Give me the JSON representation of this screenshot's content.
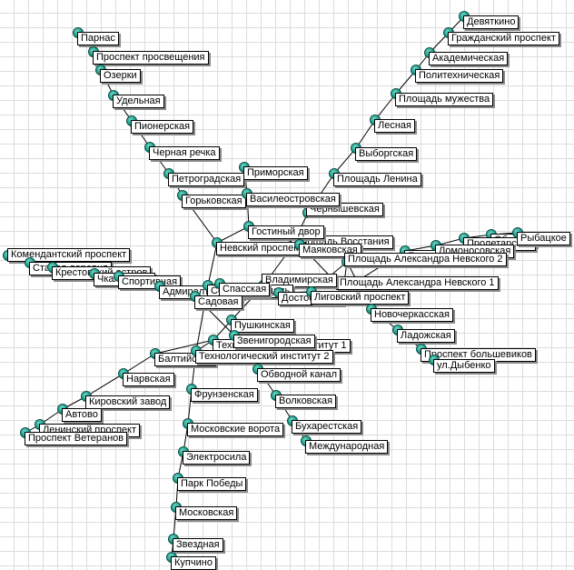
{
  "stations": [
    {
      "id": "devyatkino",
      "label": "Девяткино",
      "lines": [
        1
      ]
    },
    {
      "id": "grazhdansky",
      "label": "Гражданский проспект",
      "lines": [
        1
      ]
    },
    {
      "id": "akademicheskaya",
      "label": "Академическая",
      "lines": [
        1
      ]
    },
    {
      "id": "politekhnicheskaya",
      "label": "Политехническая",
      "lines": [
        1
      ]
    },
    {
      "id": "pl_muzhestva",
      "label": "Площадь мужества",
      "lines": [
        1
      ]
    },
    {
      "id": "lesnaya",
      "label": "Лесная",
      "lines": [
        1
      ]
    },
    {
      "id": "vyborgskaya",
      "label": "Выборгская",
      "lines": [
        1
      ]
    },
    {
      "id": "pl_lenina",
      "label": "Площадь Ленина",
      "lines": [
        1
      ]
    },
    {
      "id": "chernyshevskaya",
      "label": "Чернышевская",
      "lines": [
        1
      ]
    },
    {
      "id": "pl_vosstaniya",
      "label": "Площадь Восстания",
      "lines": [
        1
      ]
    },
    {
      "id": "vladimirskaya",
      "label": "Владимирская",
      "lines": [
        1
      ]
    },
    {
      "id": "pushkinskaya",
      "label": "Пушкинская",
      "lines": [
        1
      ]
    },
    {
      "id": "tekhnolog1",
      "label": "Технологический институт 1",
      "lines": [
        1
      ]
    },
    {
      "id": "baltiyskaya",
      "label": "Балтийская",
      "lines": [
        1
      ]
    },
    {
      "id": "narvskaya",
      "label": "Нарвская",
      "lines": [
        1
      ]
    },
    {
      "id": "kirovsky",
      "label": "Кировский завод",
      "lines": [
        1
      ]
    },
    {
      "id": "avtovo",
      "label": "Автово",
      "lines": [
        1
      ]
    },
    {
      "id": "leninsky",
      "label": "Ленинский проспект",
      "lines": [
        1
      ]
    },
    {
      "id": "veteranov",
      "label": "Проспект Ветеранов",
      "lines": [
        1
      ]
    },
    {
      "id": "parnas",
      "label": "Парнас",
      "lines": [
        2
      ]
    },
    {
      "id": "prosveshcheniya",
      "label": "Проспект просвещения",
      "lines": [
        2
      ]
    },
    {
      "id": "ozerki",
      "label": "Озерки",
      "lines": [
        2
      ]
    },
    {
      "id": "udelnaya",
      "label": "Удельная",
      "lines": [
        2
      ]
    },
    {
      "id": "pionerskaya",
      "label": "Пионерская",
      "lines": [
        2
      ]
    },
    {
      "id": "chernaya_rechka",
      "label": "Черная речка",
      "lines": [
        2
      ]
    },
    {
      "id": "petrogradskaya",
      "label": "Петроградская",
      "lines": [
        2
      ]
    },
    {
      "id": "gorkovskaya",
      "label": "Горьковская",
      "lines": [
        2
      ]
    },
    {
      "id": "nevsky",
      "label": "Невский проспект",
      "lines": [
        2
      ]
    },
    {
      "id": "sennaya",
      "label": "Сенная площадь",
      "lines": [
        2
      ]
    },
    {
      "id": "tekhnolog2",
      "label": "Технологический институт 2",
      "lines": [
        2
      ]
    },
    {
      "id": "frunzenskaya",
      "label": "Фрунзенская",
      "lines": [
        2
      ]
    },
    {
      "id": "moskovskie_vorota",
      "label": "Московские ворота",
      "lines": [
        2
      ]
    },
    {
      "id": "elektrosila",
      "label": "Электросила",
      "lines": [
        2
      ]
    },
    {
      "id": "park_pobedy",
      "label": "Парк Победы",
      "lines": [
        2
      ]
    },
    {
      "id": "moskovskaya",
      "label": "Московская",
      "lines": [
        2
      ]
    },
    {
      "id": "zvezdnaya",
      "label": "Звездная",
      "lines": [
        2
      ]
    },
    {
      "id": "kupchino",
      "label": "Купчино",
      "lines": [
        2
      ]
    },
    {
      "id": "primorskaya",
      "label": "Приморская",
      "lines": [
        3
      ]
    },
    {
      "id": "vasileostrovskaya",
      "label": "Василеостровская",
      "lines": [
        3
      ]
    },
    {
      "id": "gostiny",
      "label": "Гостиный двор",
      "lines": [
        3
      ]
    },
    {
      "id": "mayakovskaya",
      "label": "Маяковская",
      "lines": [
        3
      ]
    },
    {
      "id": "pl_anevskogo1",
      "label": "Площадь Александра Невского 1",
      "lines": [
        3
      ]
    },
    {
      "id": "elizarovskaya",
      "label": "Елизаровская",
      "lines": [
        3
      ]
    },
    {
      "id": "lomonosovskaya",
      "label": "Ломоносовская",
      "lines": [
        3
      ]
    },
    {
      "id": "proletarskaya",
      "label": "Пролетарская",
      "lines": [
        3
      ]
    },
    {
      "id": "obukhovo",
      "label": "Обухово",
      "lines": [
        3
      ]
    },
    {
      "id": "rybatskoe",
      "label": "Рыбацкое",
      "lines": [
        3
      ]
    },
    {
      "id": "spasskaya",
      "label": "Спасская",
      "lines": [
        4
      ]
    },
    {
      "id": "dostoevskaya",
      "label": "Достоевская",
      "lines": [
        4
      ]
    },
    {
      "id": "ligovsky",
      "label": "Лиговский проспект",
      "lines": [
        4
      ]
    },
    {
      "id": "pl_anevskogo2",
      "label": "Площадь Александра Невского 2",
      "lines": [
        4
      ]
    },
    {
      "id": "novocherkasskaya",
      "label": "Новочеркасская",
      "lines": [
        4
      ]
    },
    {
      "id": "ladozhskaya",
      "label": "Ладожская",
      "lines": [
        4
      ]
    },
    {
      "id": "pr_bolshevikov",
      "label": "Проспект большевиков",
      "lines": [
        4
      ]
    },
    {
      "id": "dybenko",
      "label": "ул.Дыбенко",
      "lines": [
        4
      ]
    },
    {
      "id": "komendantsky",
      "label": "Комендантский проспект",
      "lines": [
        5
      ]
    },
    {
      "id": "staraya_derevnya",
      "label": "Старая деревня",
      "lines": [
        5
      ]
    },
    {
      "id": "krestovsky",
      "label": "Крестовский остров",
      "lines": [
        5
      ]
    },
    {
      "id": "chkalovskaya",
      "label": "Чкаловская",
      "lines": [
        5
      ]
    },
    {
      "id": "sportivnaya",
      "label": "Спортивная",
      "lines": [
        5
      ]
    },
    {
      "id": "admiralteyskaya",
      "label": "Адмиралтейская",
      "lines": [
        5
      ]
    },
    {
      "id": "sadovaya",
      "label": "Садовая",
      "lines": [
        5
      ]
    },
    {
      "id": "zvenigorodskaya",
      "label": "Звенигородская",
      "lines": [
        5
      ]
    },
    {
      "id": "obvodny",
      "label": "Обводной канал",
      "lines": [
        5
      ]
    },
    {
      "id": "volkovskaya",
      "label": "Волковская",
      "lines": [
        5
      ]
    },
    {
      "id": "bukharestskaya",
      "label": "Бухарестская",
      "lines": [
        5
      ]
    },
    {
      "id": "mezhdunarodnaya",
      "label": "Международная",
      "lines": [
        5
      ]
    }
  ],
  "lines": [
    {
      "id": 1,
      "stations": [
        "devyatkino",
        "grazhdansky",
        "akademicheskaya",
        "politekhnicheskaya",
        "pl_muzhestva",
        "lesnaya",
        "vyborgskaya",
        "pl_lenina",
        "chernyshevskaya",
        "pl_vosstaniya",
        "vladimirskaya",
        "pushkinskaya",
        "tekhnolog1",
        "baltiyskaya",
        "narvskaya",
        "kirovsky",
        "avtovo",
        "leninsky",
        "veteranov"
      ]
    },
    {
      "id": 2,
      "stations": [
        "parnas",
        "prosveshcheniya",
        "ozerki",
        "udelnaya",
        "pionerskaya",
        "chernaya_rechka",
        "petrogradskaya",
        "gorkovskaya",
        "nevsky",
        "sennaya",
        "tekhnolog2",
        "frunzenskaya",
        "moskovskie_vorota",
        "elektrosila",
        "park_pobedy",
        "moskovskaya",
        "zvezdnaya",
        "kupchino"
      ]
    },
    {
      "id": 3,
      "stations": [
        "primorskaya",
        "vasileostrovskaya",
        "gostiny",
        "mayakovskaya",
        "pl_anevskogo1",
        "elizarovskaya",
        "lomonosovskaya",
        "proletarskaya",
        "obukhovo",
        "rybatskoe"
      ]
    },
    {
      "id": 4,
      "stations": [
        "spasskaya",
        "dostoevskaya",
        "ligovsky",
        "pl_anevskogo2",
        "novocherkasskaya",
        "ladozhskaya",
        "pr_bolshevikov",
        "dybenko"
      ]
    },
    {
      "id": 5,
      "stations": [
        "komendantsky",
        "staraya_derevnya",
        "krestovsky",
        "chkalovskaya",
        "sportivnaya",
        "admiralteyskaya",
        "sadovaya",
        "zvenigorodskaya",
        "obvodny",
        "volkovskaya",
        "bukharestskaya",
        "mezhdunarodnaya"
      ]
    }
  ],
  "transfers": [
    [
      "nevsky",
      "gostiny"
    ],
    [
      "sennaya",
      "sadovaya"
    ],
    [
      "sennaya",
      "spasskaya"
    ],
    [
      "sadovaya",
      "spasskaya"
    ],
    [
      "pushkinskaya",
      "zvenigorodskaya"
    ],
    [
      "vladimirskaya",
      "dostoevskaya"
    ],
    [
      "pl_vosstaniya",
      "mayakovskaya"
    ],
    [
      "pl_anevskogo1",
      "pl_anevskogo2"
    ],
    [
      "tekhnolog1",
      "tekhnolog2"
    ]
  ],
  "colors": {
    "edge": "#000000",
    "node": "#1d9c89",
    "label_border": "#000000",
    "grid": "#dcdcdc"
  }
}
